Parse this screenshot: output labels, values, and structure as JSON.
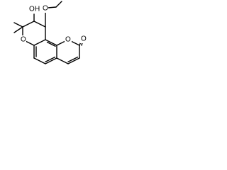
{
  "molecule": {
    "atom_labels": {
      "hydroxyl_oxygen": "O",
      "hydroxyl_hydrogen": "H",
      "ether_oxygen": "O",
      "pyran_oxygen": "O",
      "lactone_ring_oxygen": "O",
      "carbonyl_oxygen": "O"
    }
  }
}
